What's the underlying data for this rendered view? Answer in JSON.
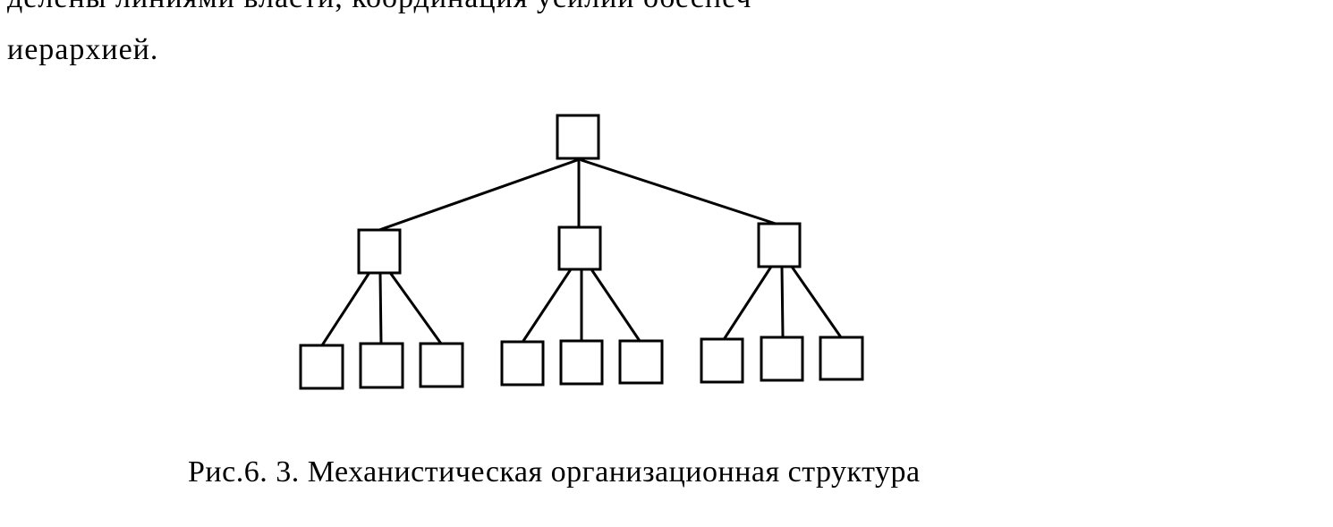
{
  "document": {
    "lines": [
      "делены линиями власти, координация усилий обеспеч",
      "иерархией."
    ],
    "caption": "Рис.6. 3. Механистическая организационная структура"
  }
}
